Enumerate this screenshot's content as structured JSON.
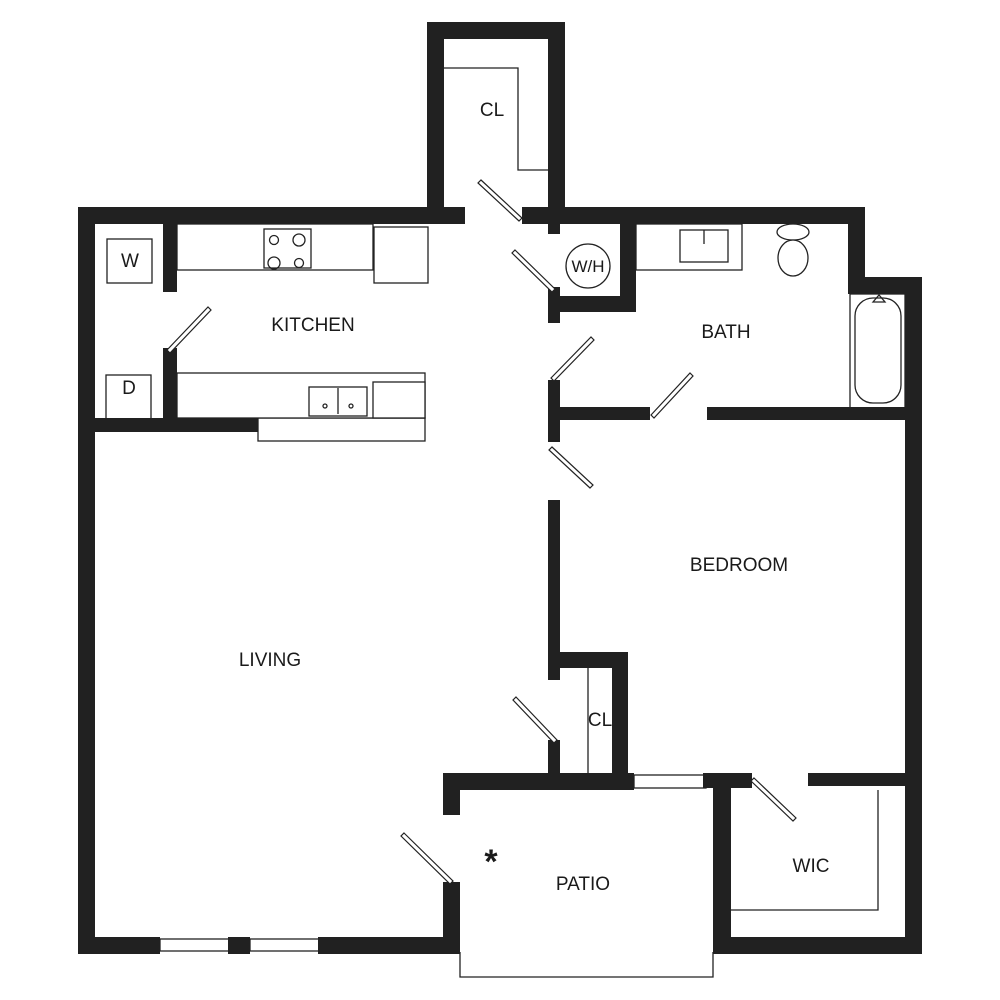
{
  "colors": {
    "wall": "#212121",
    "background": "#ffffff"
  },
  "rooms": {
    "closet_top": "CL",
    "kitchen": "KITCHEN",
    "washer": "W",
    "dryer": "D",
    "water_heater": "W/H",
    "bath": "BATH",
    "bedroom": "BEDROOM",
    "living": "LIVING",
    "closet_bedroom": "CL",
    "patio": "PATIO",
    "patio_marker": "*",
    "wic": "WIC"
  }
}
